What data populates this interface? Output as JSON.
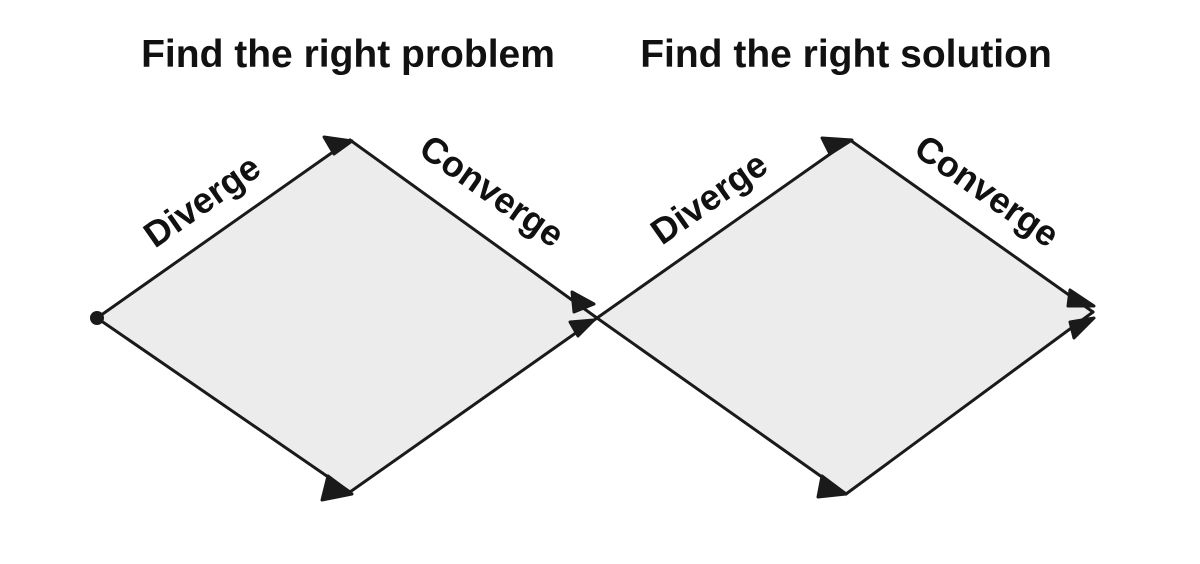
{
  "headings": {
    "problem": "Find the right problem",
    "solution": "Find the right solution"
  },
  "diamonds": [
    {
      "diverge_label": "Diverge",
      "converge_label": "Converge"
    },
    {
      "diverge_label": "Diverge",
      "converge_label": "Converge"
    }
  ],
  "colors": {
    "fill": "#ececec",
    "stroke": "#1a1a1a",
    "text": "#111111"
  }
}
